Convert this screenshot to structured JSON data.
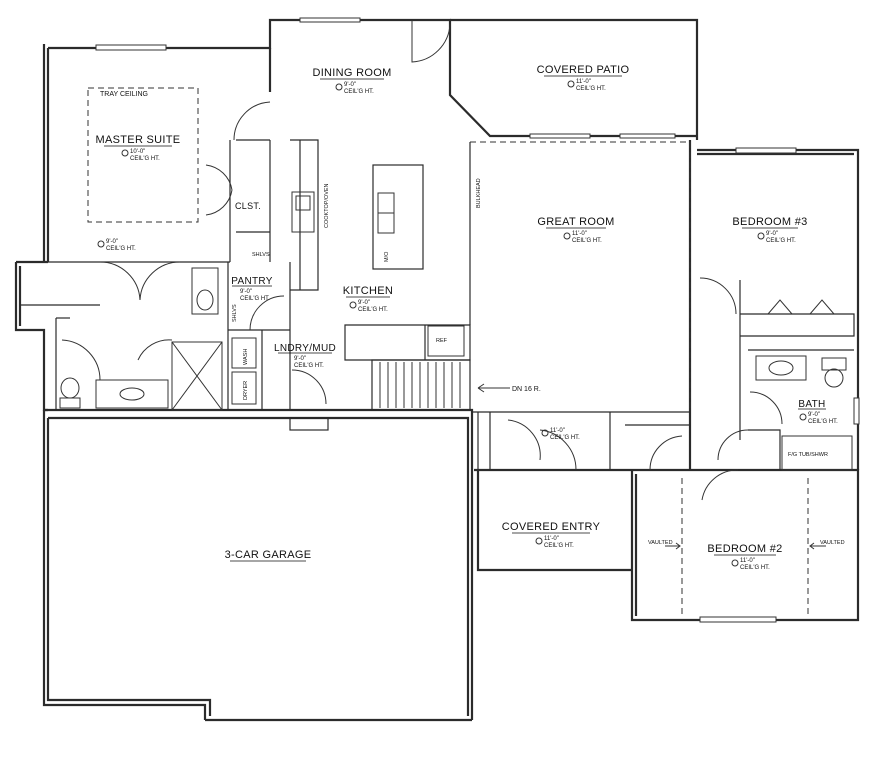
{
  "rooms": {
    "master_suite": {
      "name": "MASTER SUITE",
      "ceiling_a": "10'-0\"",
      "ceiling_b": "CEIL'G HT.",
      "ceiling2_a": "9'-0\"",
      "ceiling2_b": "CEIL'G HT.",
      "tray": "TRAY CEILING"
    },
    "dining_room": {
      "name": "DINING ROOM",
      "ceiling_a": "9'-0\"",
      "ceiling_b": "CEIL'G HT."
    },
    "covered_patio": {
      "name": "COVERED PATIO",
      "ceiling_a": "11'-0\"",
      "ceiling_b": "CEIL'G HT."
    },
    "great_room": {
      "name": "GREAT ROOM",
      "ceiling_a": "11'-0\"",
      "ceiling_b": "CEIL'G HT."
    },
    "bedroom3": {
      "name": "BEDROOM #3",
      "ceiling_a": "9'-0\"",
      "ceiling_b": "CEIL'G HT."
    },
    "closet": {
      "name": "CLST."
    },
    "shelves1": {
      "name": "SHLVS"
    },
    "shelves2": {
      "name": "SHLVS"
    },
    "pantry": {
      "name": "PANTRY",
      "ceiling_a": "9'-0\"",
      "ceiling_b": "CEIL'G HT."
    },
    "kitchen": {
      "name": "KITCHEN",
      "ceiling_a": "9'-0\"",
      "ceiling_b": "CEIL'G HT."
    },
    "laundry": {
      "name": "LNDRY/MUD",
      "ceiling_a": "9'-0\"",
      "ceiling_b": "CEIL'G HT."
    },
    "bath": {
      "name": "BATH",
      "ceiling_a": "9'-0\"",
      "ceiling_b": "CEIL'G HT."
    },
    "foyer": {
      "ceiling_a": "11'-0\"",
      "ceiling_b": "CEIL'G HT."
    },
    "garage": {
      "name": "3-CAR GARAGE"
    },
    "covered_entry": {
      "name": "COVERED ENTRY",
      "ceiling_a": "11'-0\"",
      "ceiling_b": "CEIL'G HT."
    },
    "bedroom2": {
      "name": "BEDROOM #2",
      "ceiling_a": "11'-0\"",
      "ceiling_b": "CEIL'G HT."
    }
  },
  "labels": {
    "bulkhead": "BULKHEAD",
    "stairs": "DN 16 R.",
    "tub": "F/G TUB/SHWR",
    "vaulted_left": "VAULTED",
    "vaulted_right": "VAULTED",
    "wash": "WASH",
    "dryer": "DRYER",
    "refrigerator": "REF",
    "microwave": "M/O",
    "cooktop": "COOKTOP/OVEN"
  }
}
